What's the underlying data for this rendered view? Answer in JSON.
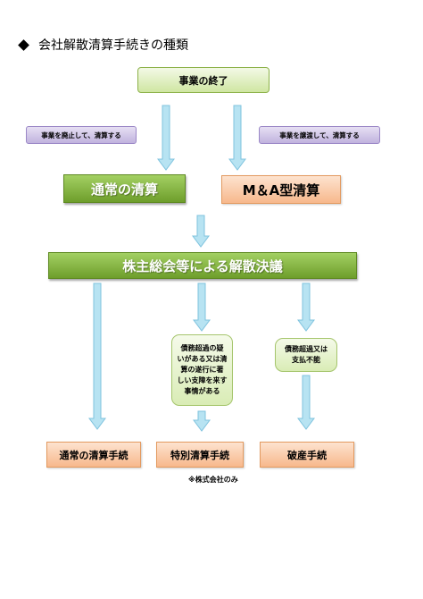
{
  "title": "会社解散清算手続きの種類",
  "colors": {
    "arrow_fill": "#b7e3f2",
    "arrow_stroke": "#7fc3de",
    "green_accent": "#7aaa35",
    "orange_accent": "#f7b88c",
    "purple_accent": "#c1b3de"
  },
  "nodes": {
    "end_business": "事業の終了",
    "abolish_note": "事業を廃止して、清算する",
    "transfer_note": "事業を譲渡して、清算する",
    "normal_liquidation": "通常の清算",
    "ma_liquidation": "M＆A型清算",
    "resolution": "株主総会等による解散決議",
    "cond_special": [
      "債務超過の疑",
      "いがある又は清",
      "算の遂行に著",
      "しい支障を来す",
      "事情がある"
    ],
    "cond_bankrupt": [
      "債務超過又は",
      "支払不能"
    ],
    "normal_procedure": "通常の清算手続",
    "special_procedure": "特別清算手続",
    "bankruptcy": "破産手続",
    "footnote": "※株式会社のみ"
  }
}
